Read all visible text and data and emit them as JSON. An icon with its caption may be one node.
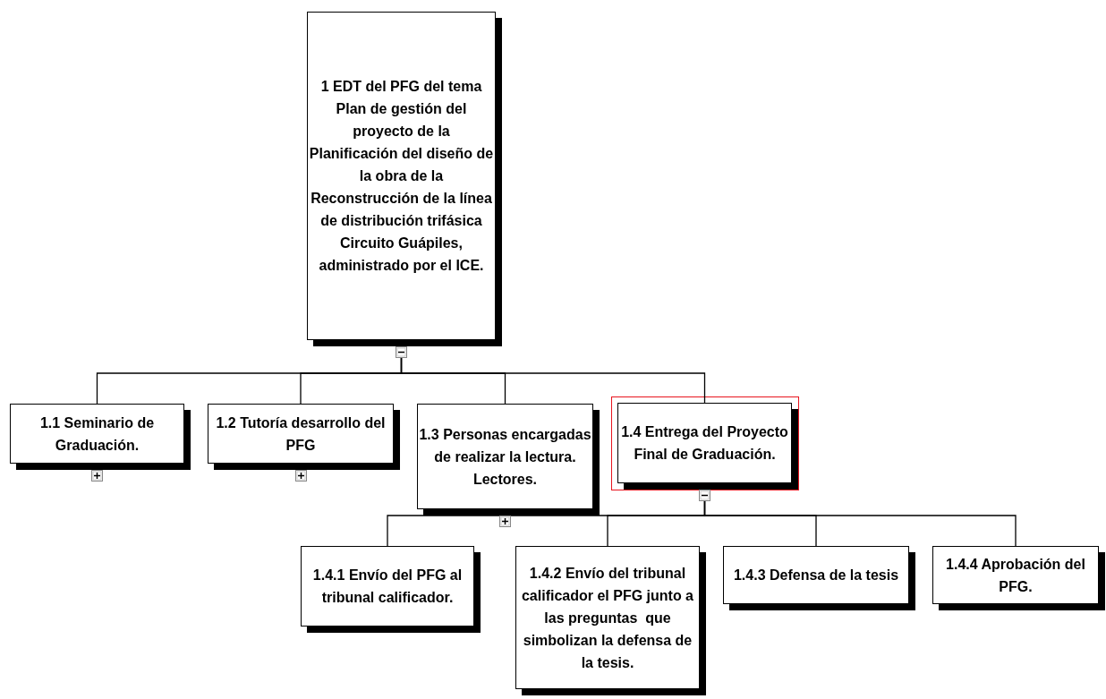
{
  "diagram": {
    "nodes": [
      {
        "text": [
          "1 EDT del PFG del tema Plan de gestión del proyecto de la Planificación del diseño de la obra de la Reconstrucción de la línea de distribución trifásica Circuito Guápiles, administrado por el ICE."
        ]
      },
      {
        "text": [
          "1.1 Seminario de Graduación."
        ]
      },
      {
        "text": [
          "1.2 Tutoría desarrollo del PFG"
        ]
      },
      {
        "text": [
          "1.3 Personas encargadas de realizar la lectura. Lectores."
        ]
      },
      {
        "text": [
          "1.4 Entrega del Proyecto Final de Graduación."
        ]
      },
      {
        "text": [
          "1.4.1 Envío del PFG al tribunal calificador."
        ]
      },
      {
        "text": [
          "1.4.2 Envío del tribunal calificador el PFG junto a las preguntas  que simbolizan la defensa de la tesis."
        ]
      },
      {
        "text": [
          "1.4.3 Defensa de la tesis"
        ]
      },
      {
        "text": [
          "1.4.4 Aprobación del PFG."
        ]
      }
    ],
    "edges": [
      {
        "from": 0,
        "to": 1,
        "arrow": "none"
      },
      {
        "from": 0,
        "to": 2,
        "arrow": "none"
      },
      {
        "from": 0,
        "to": 3,
        "arrow": "none"
      },
      {
        "from": 0,
        "to": 4,
        "arrow": "none"
      },
      {
        "from": 4,
        "to": 5,
        "arrow": "none"
      },
      {
        "from": 4,
        "to": 6,
        "arrow": "none"
      },
      {
        "from": 4,
        "to": 7,
        "arrow": "none"
      },
      {
        "from": 4,
        "to": 8,
        "arrow": "none"
      }
    ]
  }
}
